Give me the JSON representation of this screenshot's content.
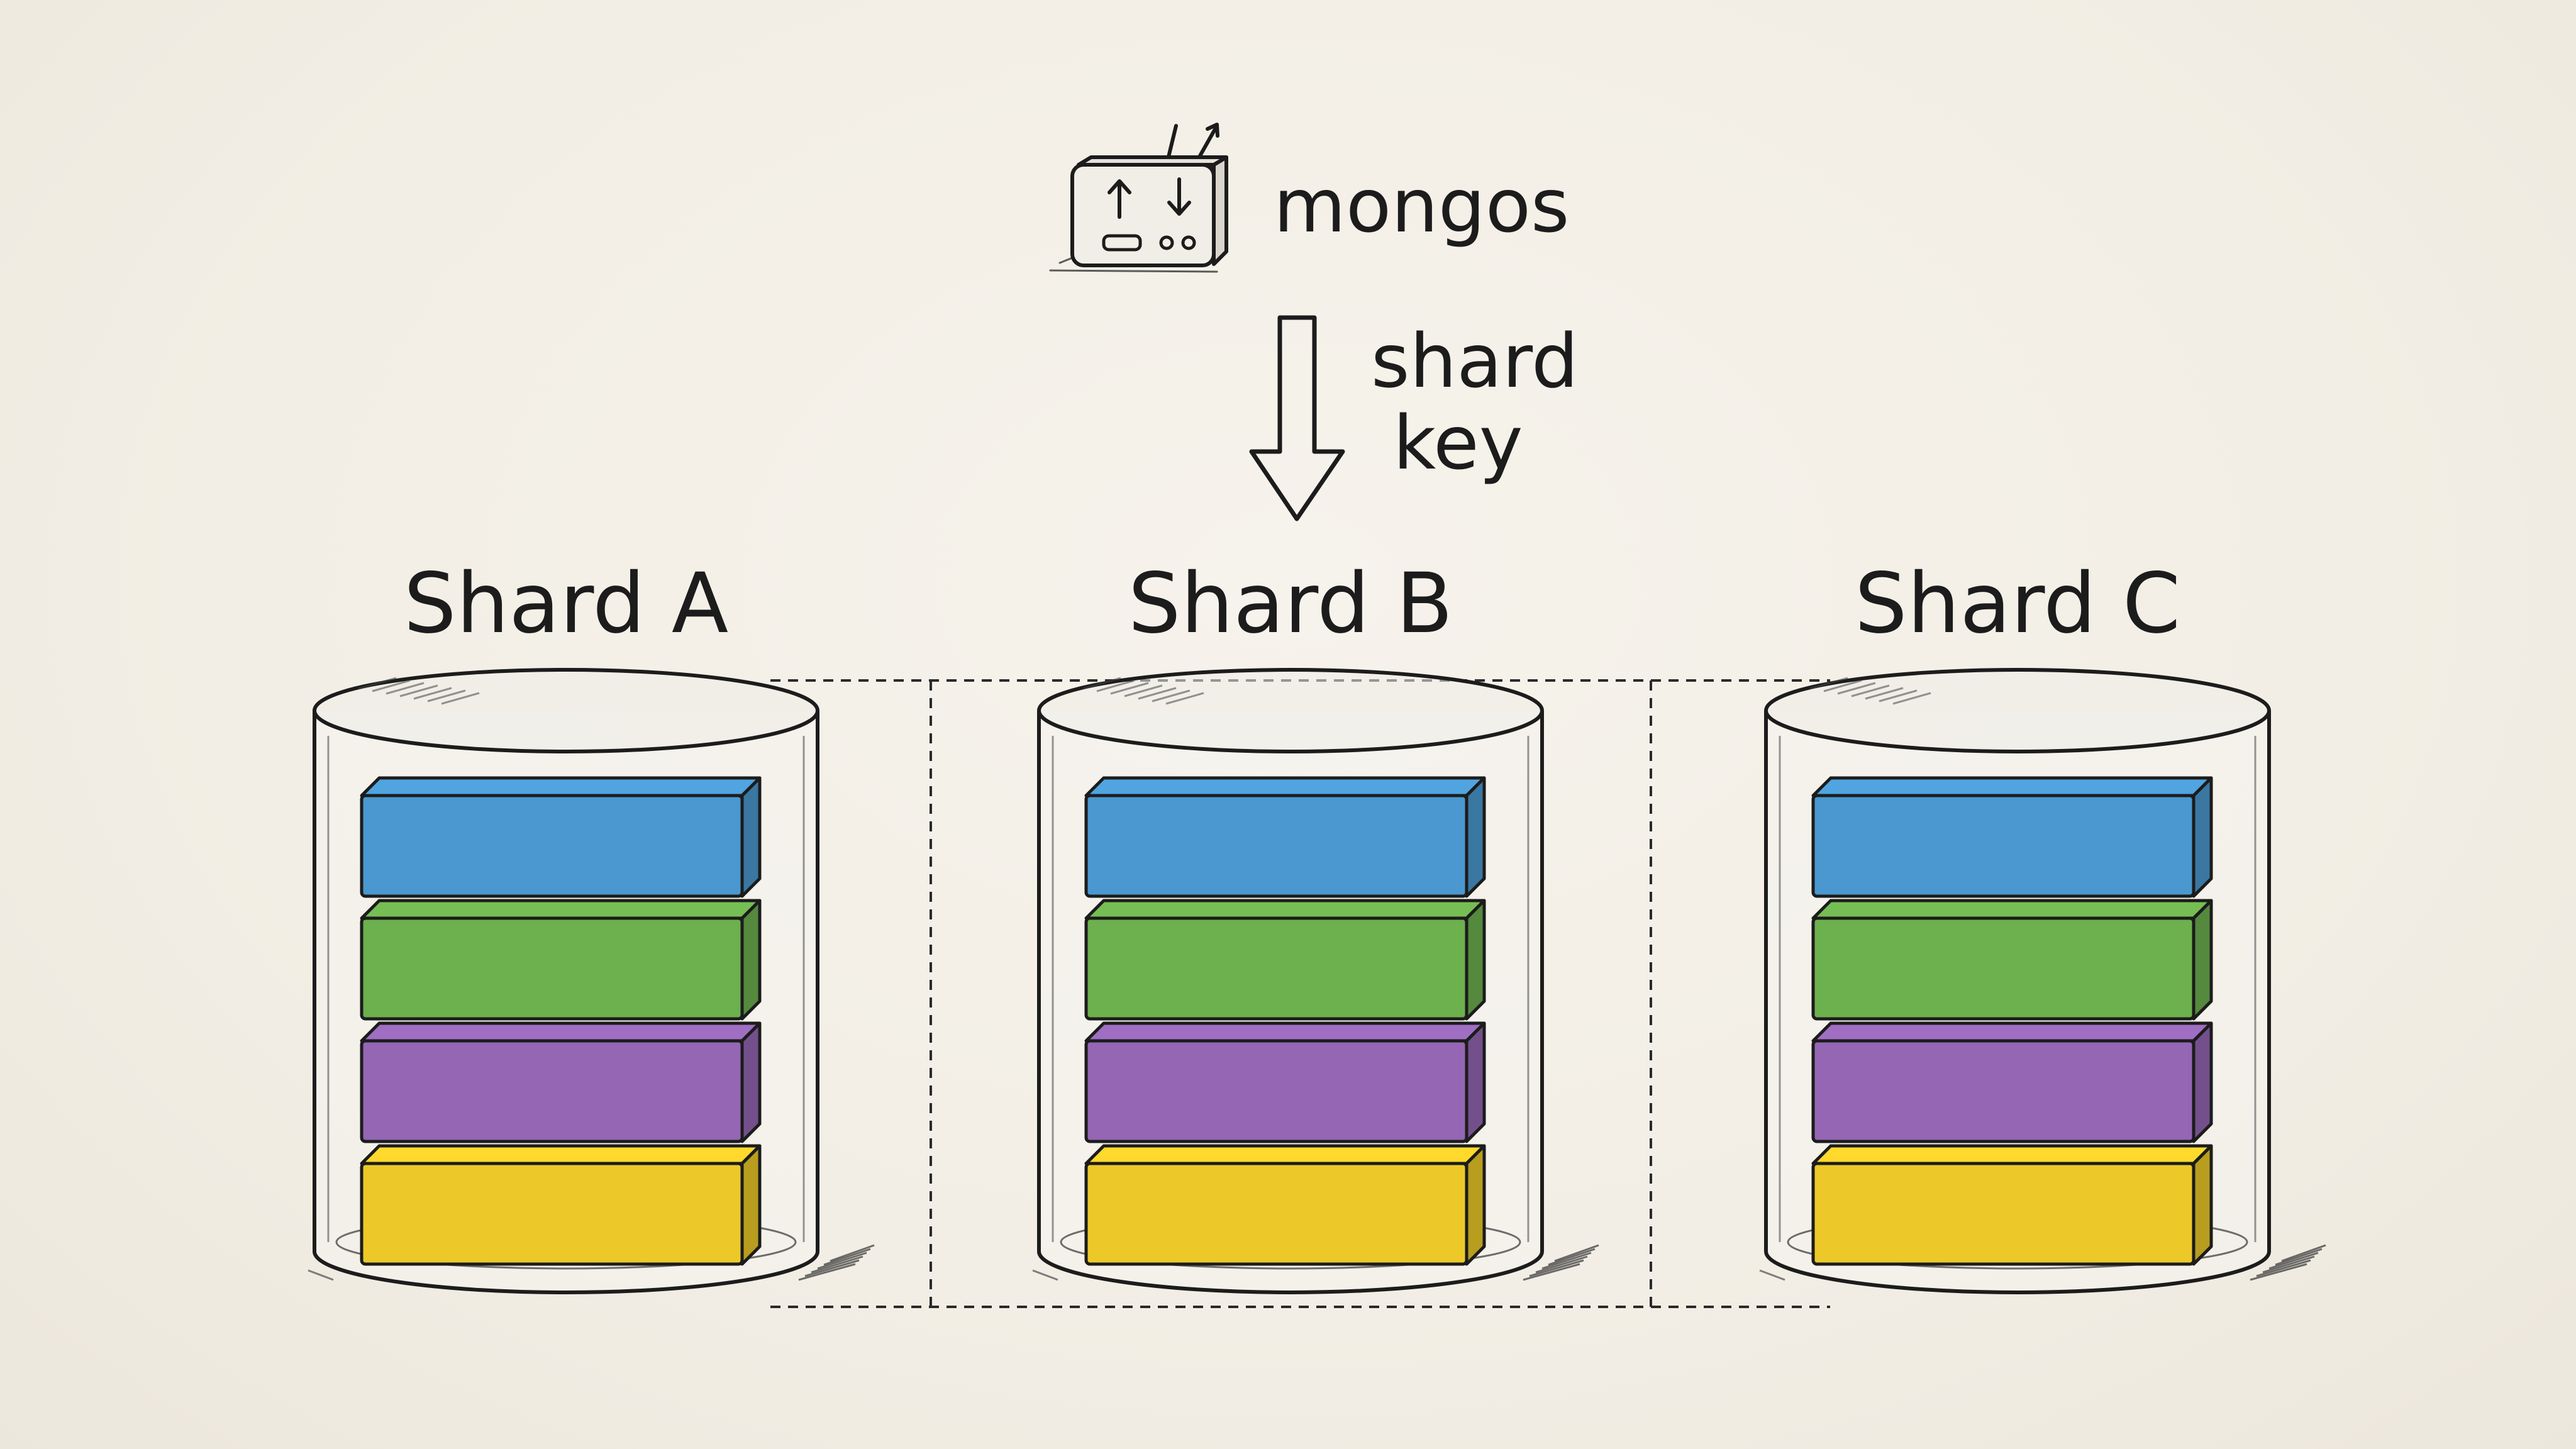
{
  "router": {
    "label": "mongos",
    "icon": "router-icon"
  },
  "flow": {
    "label_line1": "shard",
    "label_line2": "key",
    "icon": "down-arrow-icon"
  },
  "shards": [
    {
      "label": "Shard A"
    },
    {
      "label": "Shard B"
    },
    {
      "label": "Shard C"
    }
  ],
  "chunk_colors": [
    "#4a98cf",
    "#6db04e",
    "#9466b4",
    "#ecc928"
  ],
  "colors": {
    "background": "#f3efe7",
    "ink": "#1c1c1c"
  }
}
